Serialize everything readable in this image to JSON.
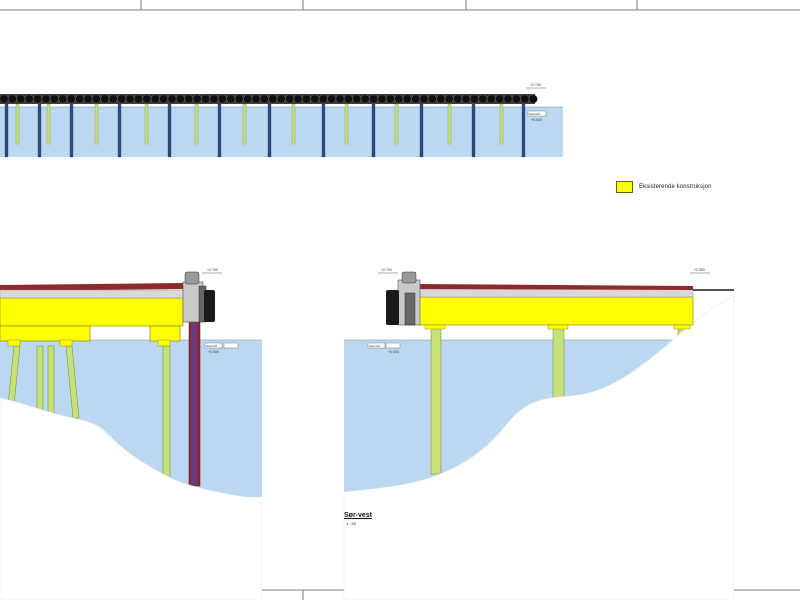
{
  "legend": {
    "label": "Eksisterende konstruksjon",
    "swatch_color": "#ffff00"
  },
  "view": {
    "title": "Sør-vest",
    "scale": "1 : 50"
  },
  "elevation_tags": {
    "deck_top": "+2.700",
    "deck_top_right": "+2.550",
    "water_level": "+0.000",
    "water_level_tag": "Havnivå"
  },
  "colors": {
    "water": "#bcd8f1",
    "existing_structure": "#ffff00",
    "pile_existing": "#c6e07a",
    "pile_new": "#2e4b80",
    "pile_steel": "#8c2a3a",
    "terrain": "#ffffff",
    "deck_surface": "#8e2a2a",
    "fender": "#1a1a1a",
    "frame_line": "#555555"
  }
}
